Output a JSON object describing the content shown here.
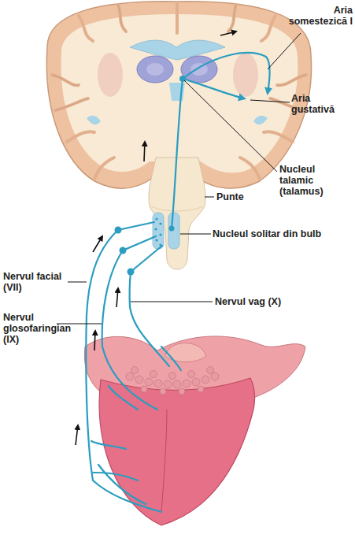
{
  "diagram": {
    "labels": [
      "Aria somestezică I",
      "Aria gustativă",
      "Nucleul talamic (talamus)",
      "Punte",
      "Nucleul solitar din bulb",
      "Nervul facial (VII)",
      "Nervul glosofaringian (IX)",
      "Nervul vag (X)"
    ]
  }
}
